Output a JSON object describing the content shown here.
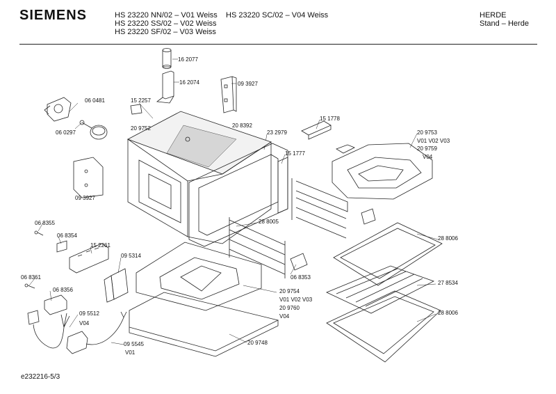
{
  "header": {
    "brand": "SIEMENS",
    "models_col1": [
      "HS 23220 NN/02 – V01 Weiss",
      "HS 23220 SS/02 – V02 Weiss",
      "HS 23220 SF/02 – V03 Weiss"
    ],
    "models_col2": [
      "HS 23220 SC/02 – V04 Weiss"
    ],
    "category": [
      "HERDE",
      "Stand – Herde"
    ]
  },
  "parts": {
    "p162077": "16 2077",
    "p162074": "16 2074",
    "p093927a": "09 3927",
    "p152257": "15 2257",
    "p060481": "06 0481",
    "p060297": "06 0297",
    "p209752": "20 9752",
    "p208392": "20 8392",
    "p232979": "23 2979",
    "p151778": "15 1778",
    "p151777": "15 1777",
    "p209753": "20 9753",
    "v010203a": "V01 V02 V03",
    "p209759": "20 9759",
    "v04a": "V04",
    "p093927b": "09 3927",
    "p068355": "06 8355",
    "p068354": "06 8354",
    "p152261": "15 2261",
    "p095314": "09 5314",
    "p288005": "28 8005",
    "p288006a": "28 8006",
    "p068353": "06 8353",
    "p068361": "06 8361",
    "p068356": "06 8356",
    "p209754": "20 9754",
    "v010203b": "V01 V02 V03",
    "p209760": "20 9760",
    "v04b": "V04",
    "p278534": "27 8534",
    "p288006b": "28 8006",
    "p095512": "09 5512",
    "v04c": "V04",
    "p095545": "09 5545",
    "v01": "V01",
    "p209748": "20 9748"
  },
  "footer": {
    "code": "e232216-5/3"
  }
}
